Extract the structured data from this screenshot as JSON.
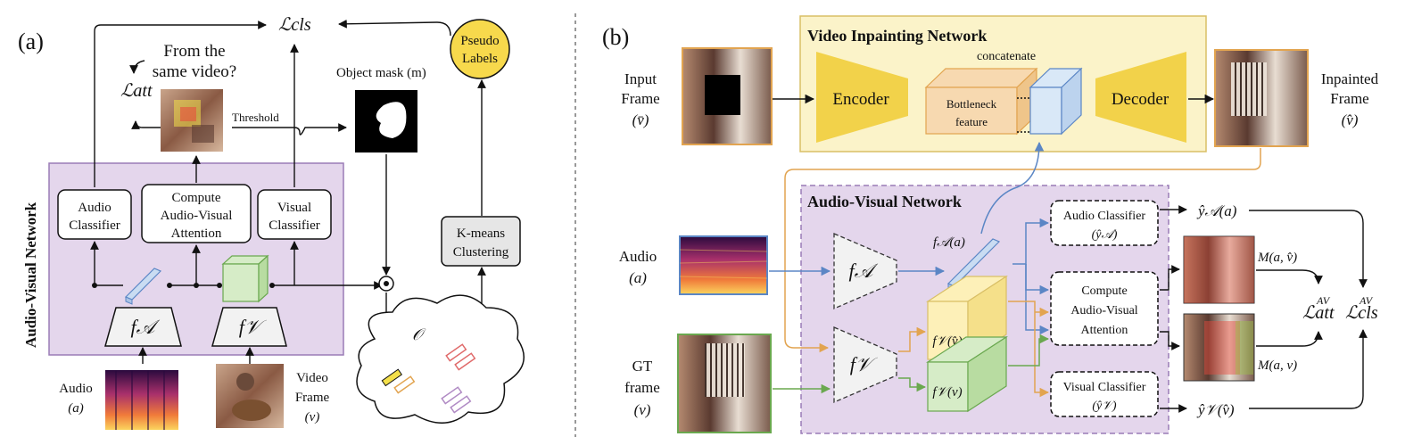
{
  "panel_a": {
    "label": "(a)",
    "loss_cls": "ℒcls",
    "loss_att": "ℒatt",
    "same_video_q": [
      "From the",
      "same video?"
    ],
    "threshold": "Threshold",
    "object_mask": "Object mask (m)",
    "pseudo_labels": [
      "Pseudo",
      "Labels"
    ],
    "av_network": "Audio-Visual Network",
    "audio_classifier": [
      "Audio",
      "Classifier"
    ],
    "compute_attention": [
      "Compute",
      "Audio-Visual",
      "Attention"
    ],
    "visual_classifier": [
      "Visual",
      "Classifier"
    ],
    "fa": "f𝒜",
    "fv": "f𝒱",
    "kmeans": [
      "K-means",
      "Clustering"
    ],
    "set_o": "𝒪",
    "audio_input": [
      "Audio",
      "(a)"
    ],
    "video_input": [
      "Video",
      "Frame",
      "(v)"
    ]
  },
  "panel_b": {
    "label": "(b)",
    "vin_title": "Video Inpainting Network",
    "concatenate": "concatenate",
    "encoder": "Encoder",
    "bottleneck": [
      "Bottleneck",
      "feature"
    ],
    "decoder": "Decoder",
    "input_frame": [
      "Input",
      "Frame",
      "(v̄)"
    ],
    "inpainted_frame": [
      "Inpainted",
      "Frame",
      "(v̂)"
    ],
    "av_title": "Audio-Visual Network",
    "audio_input": [
      "Audio",
      "(a)"
    ],
    "gt_frame": [
      "GT",
      "frame",
      "(v)"
    ],
    "fa": "f𝒜",
    "fv": "f𝒱",
    "fa_a": "f𝒜(a)",
    "fv_vhat": "f𝒱(v̂)",
    "fv_v": "f𝒱(v)",
    "audio_classifier": [
      "Audio Classifier",
      "(ŷ𝒜)"
    ],
    "compute_attention": [
      "Compute",
      "Audio-Visual",
      "Attention"
    ],
    "visual_classifier": [
      "Visual Classifier",
      "(ŷ𝒱)"
    ],
    "ya": "ŷ𝒜(a)",
    "yv": "ŷ𝒱(v̂)",
    "m_a_vhat": "M(a, v̂)",
    "m_a_v": "M(a, v)",
    "loss_att": "ℒatt",
    "loss_cls": "ℒcls",
    "loss_sup": "AV"
  },
  "colors": {
    "purple_fill": "#e4d6ec",
    "purple_border": "#9a7bb6",
    "yellow_fill": "#fbf3c9",
    "yellow_border": "#d9bf66",
    "trapezoid_yellow": "#f2d24a",
    "blue": "#5b86c5",
    "green": "#6aa84f",
    "orange": "#e2a450"
  }
}
